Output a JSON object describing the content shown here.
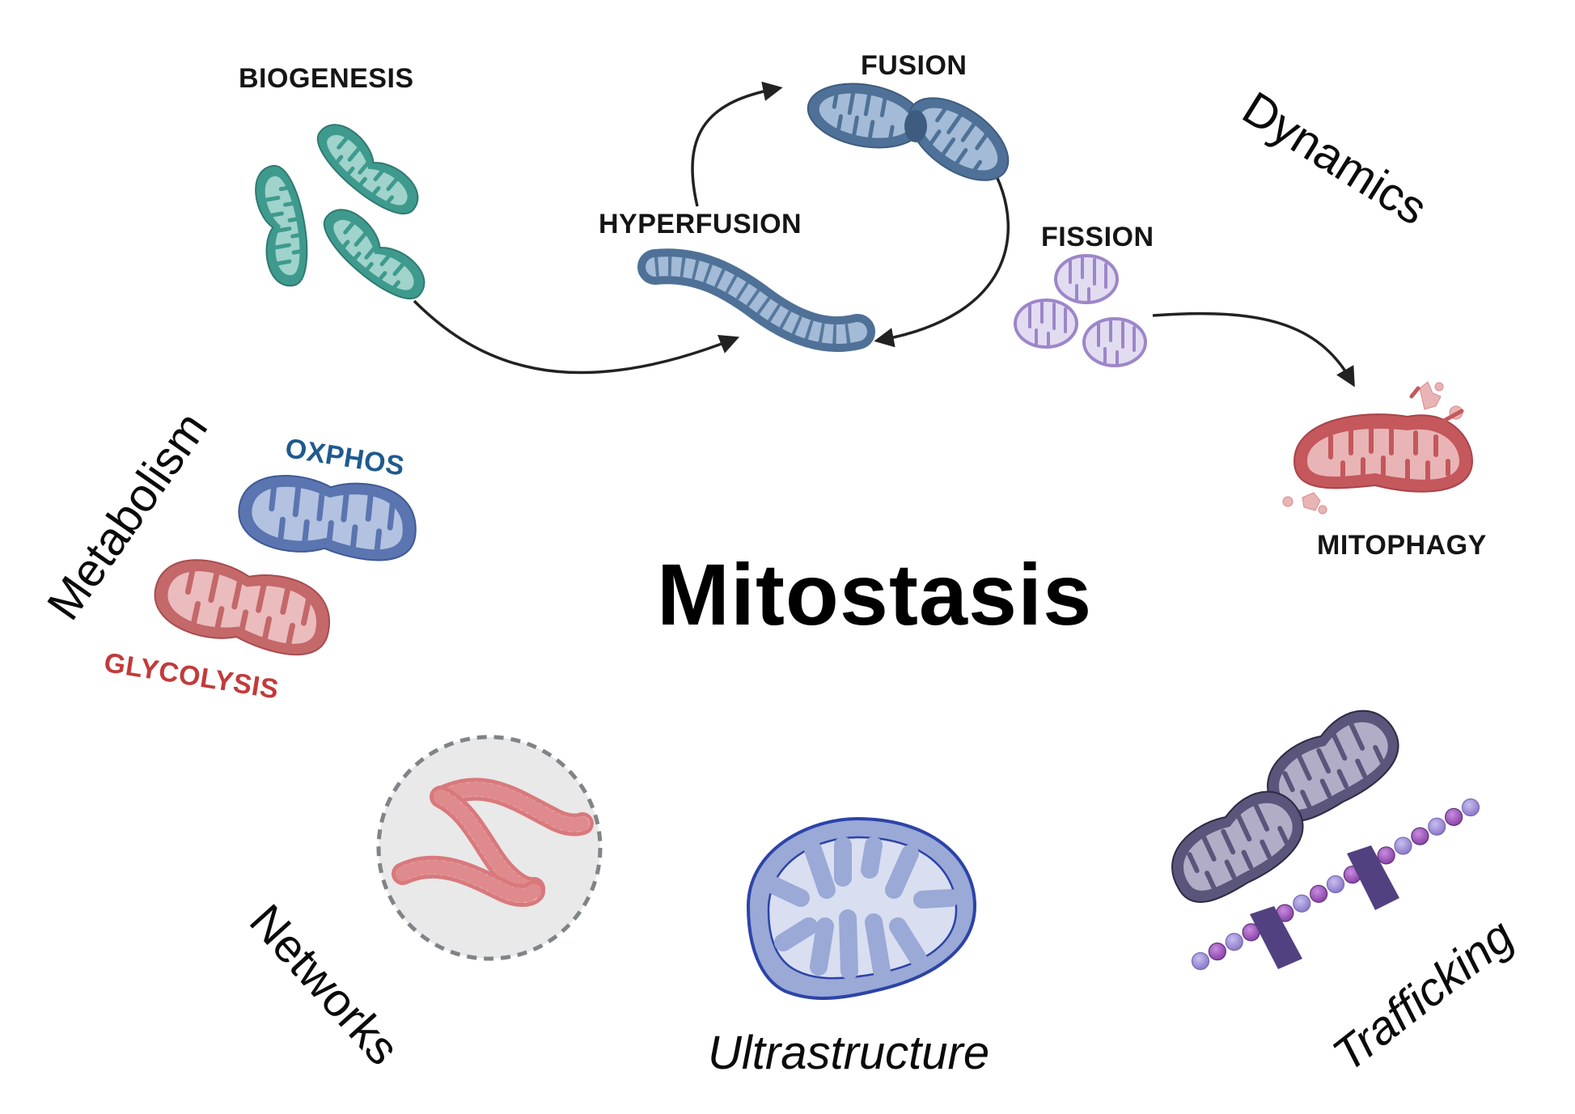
{
  "title": "Mitostasis",
  "categories": {
    "dynamics": "Dynamics",
    "metabolism": "Metabolism",
    "networks": "Networks",
    "ultrastructure": "Ultrastructure",
    "trafficking": "Trafficking"
  },
  "processes": {
    "biogenesis": "BIOGENESIS",
    "fusion": "FUSION",
    "hyperfusion": "HYPERFUSION",
    "fission": "FISSION",
    "mitophagy": "MITOPHAGY",
    "oxphos": "OXPHOS",
    "glycolysis": "GLYCOLYSIS"
  },
  "colors": {
    "teal": "#3f9a8e",
    "teal_light": "#9fd3cb",
    "steel_blue": "#4f7197",
    "steel_blue_light": "#a3bbd6",
    "lavender": "#9d86c9",
    "lavender_light": "#e2dcf1",
    "red": "#c4585c",
    "red_light": "#e9b4b5",
    "oxphos_blue": "#5a75b0",
    "oxphos_blue_light": "#b3c2e0",
    "oxphos_text": "#1f5a8e",
    "glycolysis_text": "#c23b3b",
    "ultra_blue": "#2c43a8",
    "ultra_fill": "#9aa9d6",
    "ultra_inner": "#d9def0",
    "purple_dark": "#5a557a",
    "purple_light": "#b2adc6",
    "bead_a": "#9a8ad2",
    "bead_b": "#a35ec0",
    "stalk": "#524180",
    "arrow": "#222222",
    "network_bg": "#e9e9e9",
    "network_border": "#808487"
  }
}
